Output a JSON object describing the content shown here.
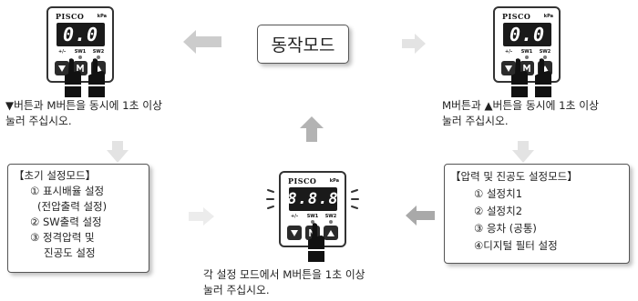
{
  "mode_box": {
    "label": "동작모드"
  },
  "device": {
    "brand": "PISCO",
    "unit": "kPa",
    "normal_display": "0.0",
    "setting_display": "8.8.8",
    "labels": [
      "+/-",
      "SW1",
      "SW2"
    ],
    "buttons": [
      "down",
      "M",
      "up"
    ]
  },
  "captions": {
    "left": {
      "line1": "▼버튼과 M버튼을 동시에 1초 이상",
      "line2": "눌러 주십시오."
    },
    "right": {
      "line1": "M버튼과 ▲버튼을 동시에 1초 이상",
      "line2": "눌러 주십시오."
    },
    "bottom": {
      "line1": "각 설정 모드에서 M버튼을 1초 이상",
      "line2": "눌러 주십시오."
    }
  },
  "initial_mode": {
    "title": "【초기 설정모드】",
    "items": [
      "① 표시배율 설정",
      "(전압출력 설정)",
      "② SW출력 설정",
      "③ 정격압력 및",
      "진공도 설정"
    ]
  },
  "pressure_mode": {
    "title": "【압력 및 진공도 설정모드】",
    "items": [
      "① 설정치1",
      "② 설정치2",
      "③ 응차 (공통)",
      "④디지털 필터 설정"
    ]
  },
  "colors": {
    "arrow": "#cccccc",
    "arrow_dark": "#a9a9a9",
    "display": "#1a1a1a"
  }
}
